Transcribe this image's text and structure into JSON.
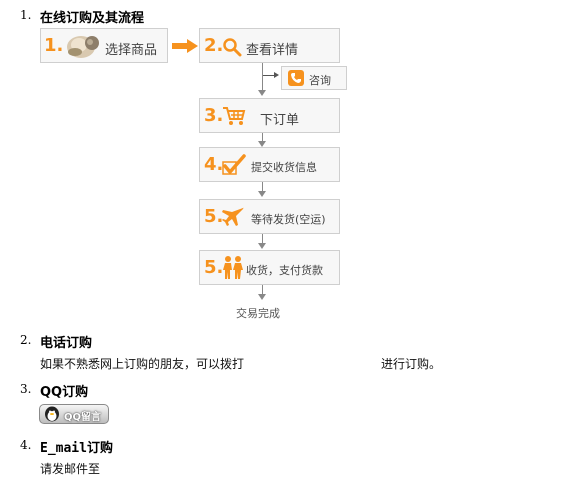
{
  "section1": {
    "number": "1.",
    "title": "在线订购及其流程"
  },
  "flow": {
    "step1": {
      "num": "1.",
      "label": "选择商品"
    },
    "step2": {
      "num": "2.",
      "label": "查看详情"
    },
    "consult": {
      "label": "咨询"
    },
    "step3": {
      "num": "3.",
      "label": "下订单"
    },
    "step4": {
      "num": "4.",
      "label": "提交收货信息"
    },
    "step5a": {
      "num": "5.",
      "label": "等待发货(空运)"
    },
    "step5b": {
      "num": "5.",
      "label": "收货，支付货款"
    },
    "done": "交易完成"
  },
  "section2": {
    "number": "2.",
    "title": "电话订购",
    "text_before": "如果不熟悉网上订购的朋友，可以拨打",
    "text_after": "进行订购。"
  },
  "section3": {
    "number": "3.",
    "title": "QQ订购",
    "button_label": "QQ留言"
  },
  "section4": {
    "number": "4.",
    "title": "E_mail订购",
    "text": "请发邮件至"
  },
  "colors": {
    "accent": "#f6921e",
    "box_border": "#cfcfcf",
    "box_bg": "#f7f7f7",
    "connector": "#888888"
  }
}
